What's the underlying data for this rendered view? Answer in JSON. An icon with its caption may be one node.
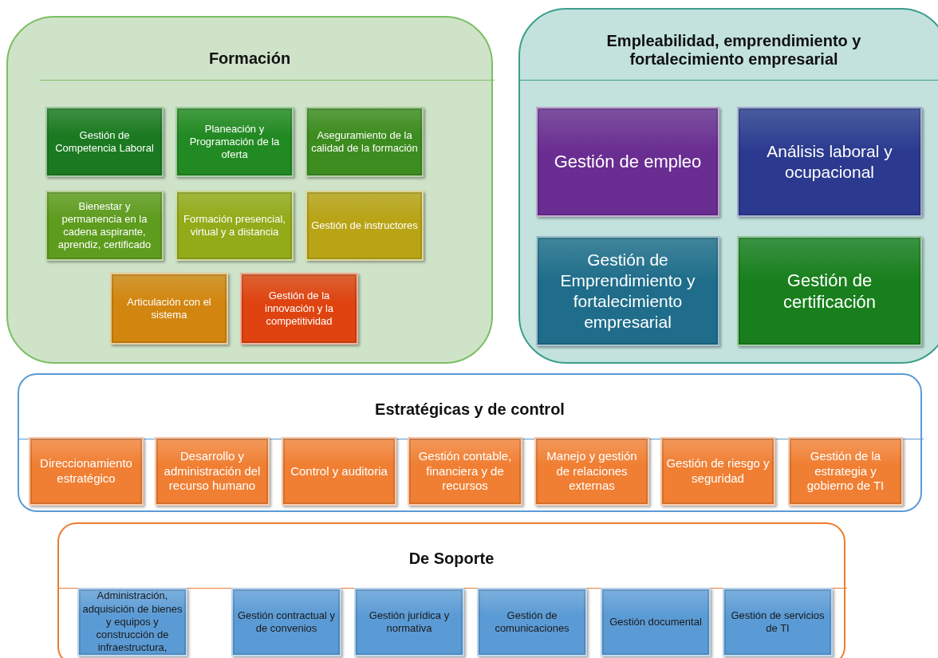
{
  "diagram": {
    "nodes": [
      {
        "text": [
          "Formación"
        ]
      },
      {
        "text": [
          "Gestión de Competencia Laboral"
        ],
        "in": 0
      },
      {
        "text": [
          "Planeación y Programación de la oferta"
        ],
        "in": 0
      },
      {
        "text": [
          "Aseguramiento de la calidad de la formación"
        ],
        "in": 0
      },
      {
        "text": [
          "Bienestar y permanencia en la cadena aspirante, aprendiz, certificado"
        ],
        "in": 0
      },
      {
        "text": [
          "Formación presencial, virtual y a distancia"
        ],
        "in": 0
      },
      {
        "text": [
          "Gestión de instructores"
        ],
        "in": 0
      },
      {
        "text": [
          "Articulación con el sistema"
        ],
        "in": 0
      },
      {
        "text": [
          "Gestión de la innovación y la competitividad"
        ],
        "in": 0
      },
      {
        "text": [
          "Empleabilidad, emprendimiento y fortalecimiento empresarial"
        ]
      },
      {
        "text": [
          "Gestión de empleo"
        ],
        "in": 9
      },
      {
        "text": [
          "Análisis laboral y ocupacional"
        ],
        "in": 9
      },
      {
        "text": [
          "Gestión de Emprendimiento y fortalecimiento empresarial"
        ],
        "in": 9
      },
      {
        "text": [
          "Gestión de certificación"
        ],
        "in": 9
      },
      {
        "text": [
          "Estratégicas y de control"
        ]
      },
      {
        "text": [
          "Direccionamiento estratégico"
        ],
        "in": 14
      },
      {
        "text": [
          "Desarrollo y administración del recurso humano"
        ],
        "in": 14
      },
      {
        "text": [
          "Control y auditoria"
        ],
        "in": 14
      },
      {
        "text": [
          "Gestión contable, financiera y de recursos"
        ],
        "in": 14
      },
      {
        "text": [
          "Manejo y gestión de relaciones externas"
        ],
        "in": 14
      },
      {
        "text": [
          "Gestión de riesgo y seguridad"
        ],
        "in": 14
      },
      {
        "text": [
          "Gestión de la estrategia y gobierno de TI"
        ],
        "in": 14
      },
      {
        "text": [
          "De Soporte"
        ]
      },
      {
        "text": [
          "Administración, adquisición de bienes y equipos y  construcción de infraestructura,"
        ],
        "in": 22
      },
      {
        "text": [
          "Gestión contractual y de convenios"
        ],
        "in": 22
      },
      {
        "text": [
          "Gestión jurídica y normativa"
        ],
        "in": 22
      },
      {
        "text": [
          "Gestión de comunicaciones"
        ],
        "in": 22
      },
      {
        "text": [
          "Gestión documental"
        ],
        "in": 22
      },
      {
        "text": [
          "Gestión de servicios de TI"
        ],
        "in": 22
      }
    ]
  }
}
